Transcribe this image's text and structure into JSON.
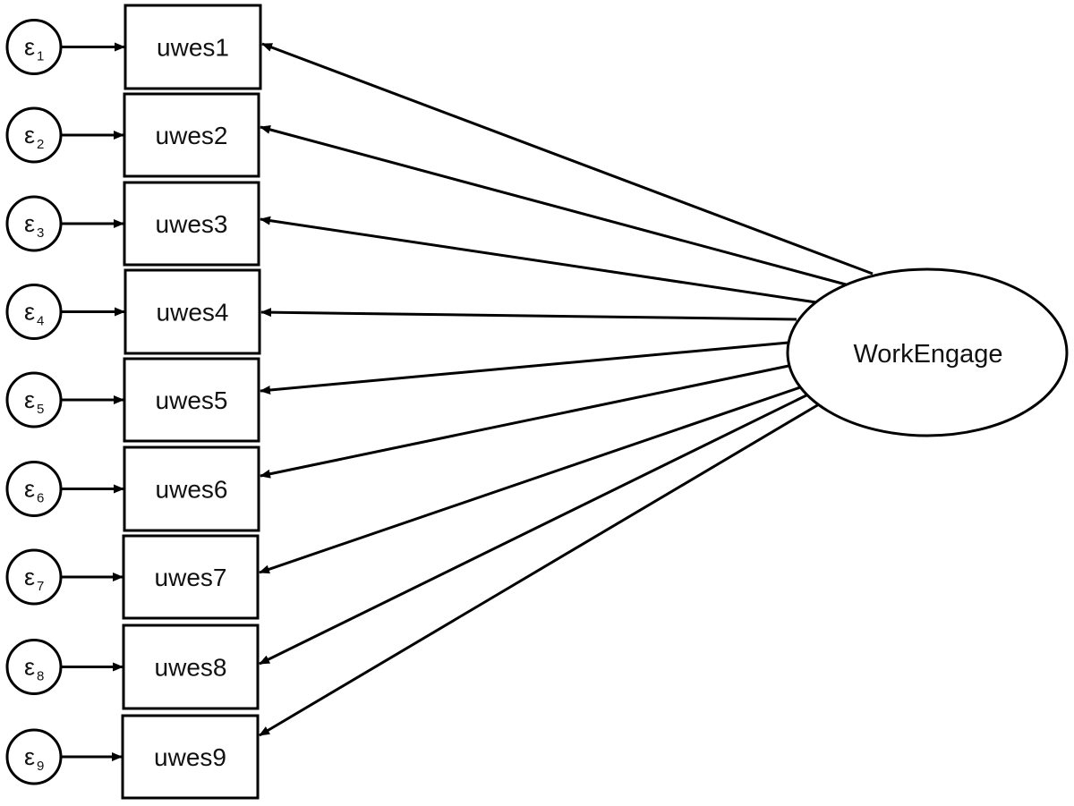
{
  "diagram": {
    "type": "structural-equation-model",
    "latent": {
      "label": "WorkEngage"
    },
    "indicators": [
      {
        "label": "uwes1",
        "error": "ε",
        "error_index": "1"
      },
      {
        "label": "uwes2",
        "error": "ε",
        "error_index": "2"
      },
      {
        "label": "uwes3",
        "error": "ε",
        "error_index": "3"
      },
      {
        "label": "uwes4",
        "error": "ε",
        "error_index": "4"
      },
      {
        "label": "uwes5",
        "error": "ε",
        "error_index": "5"
      },
      {
        "label": "uwes6",
        "error": "ε",
        "error_index": "6"
      },
      {
        "label": "uwes7",
        "error": "ε",
        "error_index": "7"
      },
      {
        "label": "uwes8",
        "error": "ε",
        "error_index": "8"
      },
      {
        "label": "uwes9",
        "error": "ε",
        "error_index": "9"
      }
    ],
    "colors": {
      "stroke": "#000000",
      "text": "#111111",
      "background": "#ffffff"
    }
  }
}
